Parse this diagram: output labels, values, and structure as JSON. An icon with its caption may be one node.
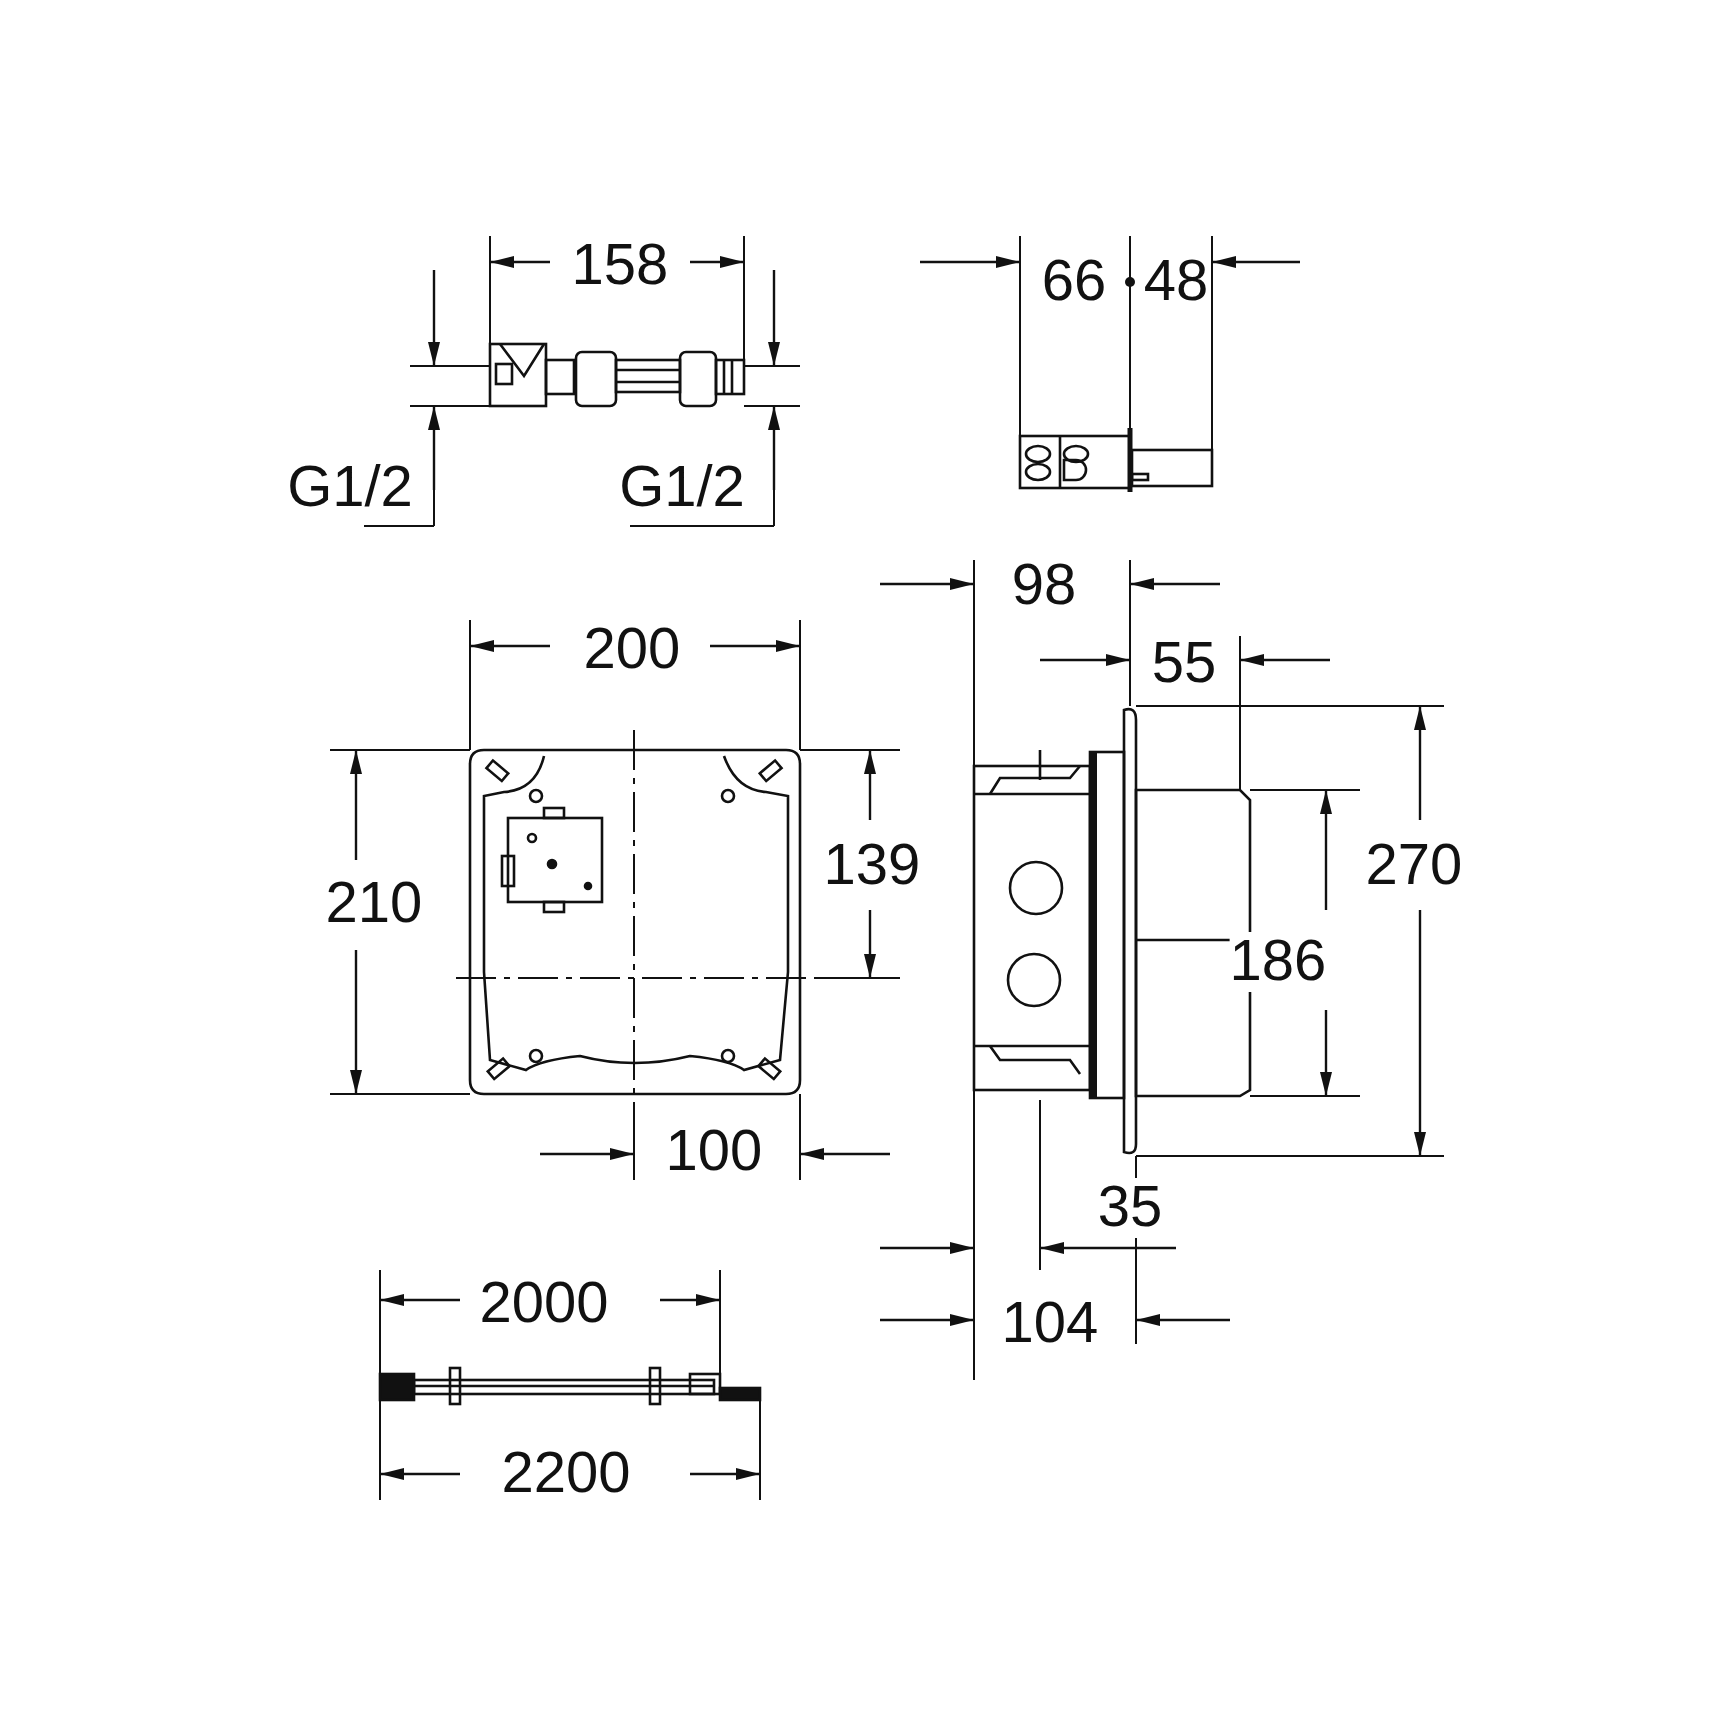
{
  "diagram": {
    "labels": [
      "158",
      "66",
      "48",
      "G1/2",
      "G1/2",
      "98",
      "200",
      "55",
      "210",
      "139",
      "270",
      "186",
      "100",
      "35",
      "104",
      "2000",
      "2200"
    ]
  }
}
